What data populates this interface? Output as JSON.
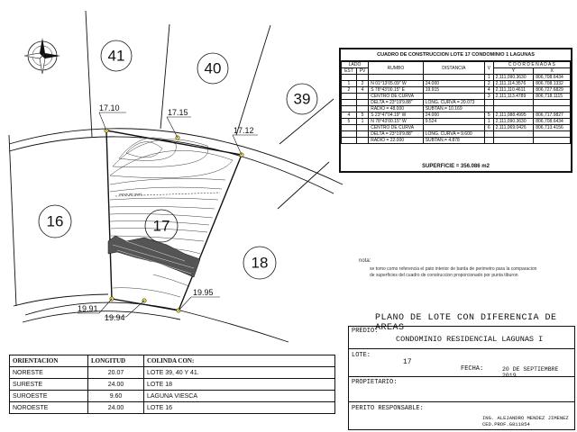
{
  "plan": {
    "lots": [
      "41",
      "40",
      "39",
      "16",
      "17",
      "18"
    ],
    "elevations": [
      "17.10",
      "17.15",
      "17.12",
      "19.95",
      "19.91",
      "19.94"
    ],
    "contour_label": "curva de nivel..."
  },
  "construction_table": {
    "title": "CUADRO DE CONSTRUCCION LOTE 17 CONDOMINIO 1 LAGUNAS",
    "headers": {
      "lado": "LADO",
      "est": "EST",
      "pv": "PV",
      "rumbo": "RUMBO",
      "distancia": "DISTANCIA",
      "v": "V",
      "coordenadas": "C O O R D E N A D A S",
      "y": "Y",
      "x": "X"
    },
    "rows": [
      {
        "est": "",
        "pv": "",
        "rumbo": "",
        "dist": "",
        "v": "1",
        "y": "2,111,090.3630",
        "x": "806,708.6434"
      },
      {
        "est": "1",
        "pv": "2",
        "rumbo": "N 01°13'05.09\" W",
        "dist": "24.000",
        "v": "2",
        "y": "2,111,114.3576",
        "x": "806,708.1332"
      },
      {
        "est": "2",
        "pv": "4",
        "rumbo": "S 78°43'00.15\" E",
        "dist": "19.915",
        "v": "4",
        "y": "2,111,110.4611",
        "x": "806,727.6829"
      },
      {
        "est": "",
        "pv": "",
        "rumbo": "CENTRO DE CURVA",
        "dist": "",
        "v": "3",
        "y": "2,111,113.4789",
        "x": "806,718.1115"
      },
      {
        "est": "",
        "pv": "",
        "rumbo": "DELTA = 23°19'9.88\"",
        "dist": "LONG. CURVA = 20.073",
        "v": "",
        "y": "",
        "x": ""
      },
      {
        "est": "",
        "pv": "",
        "rumbo": "RADIO = 48.000",
        "dist": "SUBTAN.= 10.169",
        "v": "",
        "y": "",
        "x": ""
      },
      {
        "est": "4",
        "pv": "5",
        "rumbo": "S 23°47'04.19\" W",
        "dist": "24.000",
        "v": "5",
        "y": "2,111,088.4995",
        "x": "806,717.9827"
      },
      {
        "est": "5",
        "pv": "1",
        "rumbo": "N 78°43'00.15\" W",
        "dist": "9.524",
        "v": "1",
        "y": "2,111,090.3630",
        "x": "806,708.6434"
      },
      {
        "est": "",
        "pv": "",
        "rumbo": "CENTRO DE CURVA",
        "dist": "",
        "v": "6",
        "y": "2,111,069.0426",
        "x": "806,713.4156"
      },
      {
        "est": "",
        "pv": "",
        "rumbo": "DELTA = 23°19'9.88\"",
        "dist": "LONG. CURVA = 9.600",
        "v": "",
        "y": "",
        "x": ""
      },
      {
        "est": "",
        "pv": "",
        "rumbo": "RADIO = 22.000",
        "dist": "SUBTAN.= 4.878",
        "v": "",
        "y": "",
        "x": ""
      }
    ],
    "superficie": "SUPERFICIE = 356.086 m2"
  },
  "note": {
    "heading": "nota:",
    "text1": "se tomo como referencia el pato interior de barda de perimetro para la comparacion",
    "text2": "de superficies del cuadro de construccion proporcionado por punta tiburon"
  },
  "title_block": {
    "plano": "PLANO DE LOTE CON DIFERENCIA DE AREAS",
    "predio_label": "PREDIO:",
    "predio": "CONDOMINIO RESIDENCIAL LAGUNAS I",
    "lote_label": "LOTE:",
    "lote": "17",
    "fecha_label": "FECHA:",
    "fecha": "20 DE SEPTIEMBRE 2019",
    "propietario_label": "PROPIETARIO:",
    "perito_label": "PERITO RESPONSABLE:",
    "perito_name": "ING. ALEJANDRO MENDEZ JIMENEZ",
    "perito_ced": "CED.PROF.G811854"
  },
  "orientation_table": {
    "headers": [
      "ORIENTACION",
      "LONGITUD",
      "COLINDA CON:"
    ],
    "rows": [
      [
        "NORESTE",
        "20.07",
        "LOTE 39, 40 Y 41."
      ],
      [
        "SURESTE",
        "24.00",
        "LOTE 18"
      ],
      [
        "SUROESTE",
        "9.60",
        "LAGUNA VIESCA"
      ],
      [
        "NOROESTE",
        "24.00",
        "LOTE 16"
      ]
    ]
  }
}
